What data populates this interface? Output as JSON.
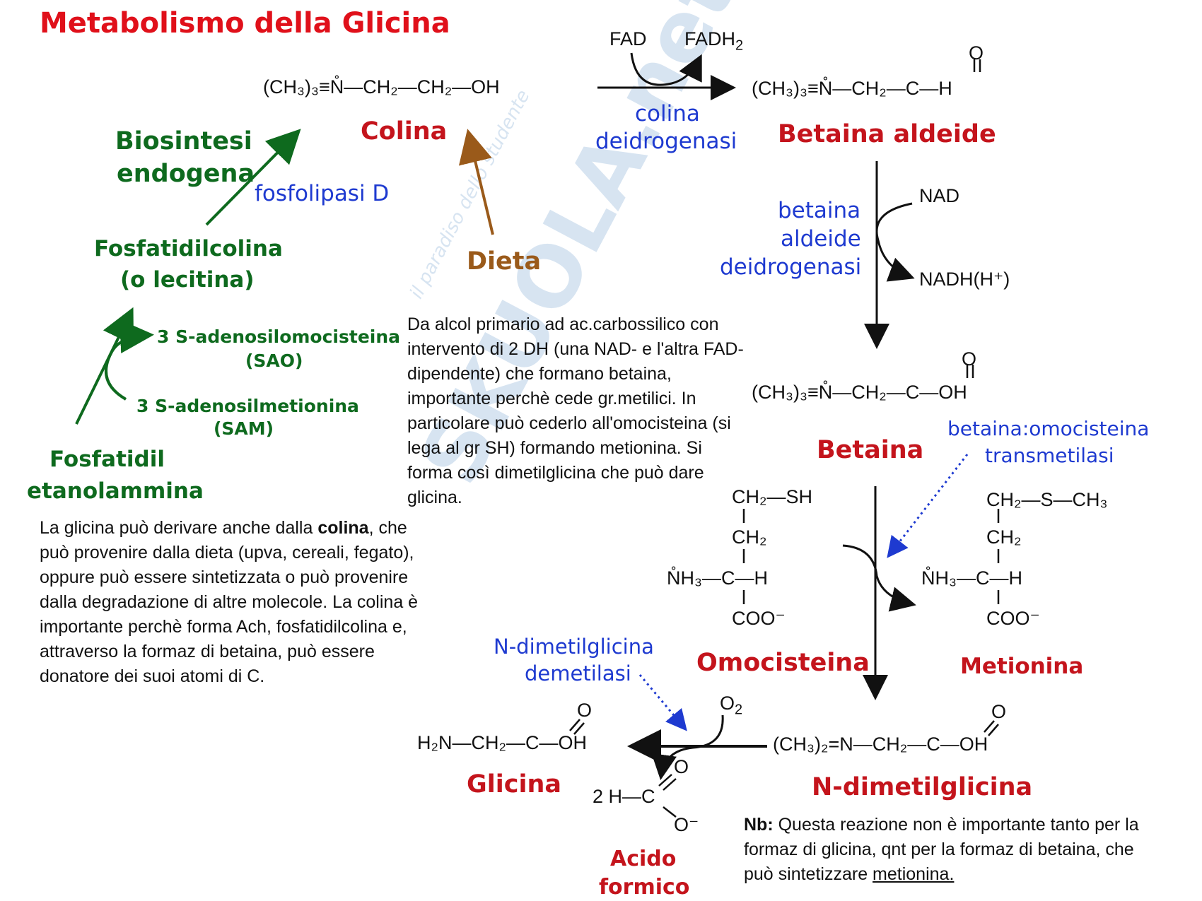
{
  "title": "Metabolismo della Glicina",
  "watermark": {
    "logo": "SKUOLA.net",
    "tagline": "il paradiso dello studente"
  },
  "colors": {
    "title": "#e0101a",
    "compound": "#c4141c",
    "green": "#0e6a1e",
    "enzyme": "#1e3ad0",
    "diet": "#9a5a1a"
  },
  "compounds": {
    "colina": "Colina",
    "betaina_aldeide": "Betaina aldeide",
    "betaina": "Betaina",
    "omocisteina": "Omocisteina",
    "metionina": "Metionina",
    "glicina": "Glicina",
    "n_dimetilglicina": "N-dimetilglicina",
    "acido_formico_1": "Acido",
    "acido_formico_2": "formico"
  },
  "enzymes": {
    "colina_deidrogenasi_1": "colina",
    "colina_deidrogenasi_2": "deidrogenasi",
    "betaina_aldeide_dh_1": "betaina",
    "betaina_aldeide_dh_2": "aldeide",
    "betaina_aldeide_dh_3": "deidrogenasi",
    "transmetilasi_1": "betaina:omocisteina",
    "transmetilasi_2": "transmetilasi",
    "fosfolipasi": "fosfolipasi D",
    "demetilasi_1": "N-dimetilglicina",
    "demetilasi_2": "demetilasi"
  },
  "sources": {
    "biosintesi_1": "Biosintesi",
    "biosintesi_2": "endogena",
    "fosfatidilcolina_1": "Fosfatidilcolina",
    "fosfatidilcolina_2": "(o lecitina)",
    "sao_1": "3 S-adenosilomocisteina",
    "sao_2": "(SAO)",
    "sam_1": "3 S-adenosilmetionina",
    "sam_2": "(SAM)",
    "fosfatidil_1": "Fosfatidil",
    "fosfatidil_2": "etanolammina",
    "dieta": "Dieta"
  },
  "cofactors": {
    "fad": "FAD",
    "fadh2": "FADH",
    "fadh2_sub": "2",
    "nad": "NAD",
    "nadh": "NADH(H⁺)",
    "o2": "O",
    "o2_sub": "2"
  },
  "formulas": {
    "colina": "(CH₃)₃≡N̊—CH₂—CH₂—OH",
    "betaina_aldeide": "(CH₃)₃≡N̊—CH₂—C—H",
    "betaina": "(CH₃)₃≡N̊—CH₂—C—OH",
    "glicina": "H₂N—CH₂—C—OH",
    "n_dimetilglicina": "(CH₃)₂=N—CH₂—C—OH",
    "formic": "2 H—C",
    "o": "O",
    "o_minus": "O⁻",
    "omo_top": "CH₂—SH",
    "ch2": "CH₂",
    "nh3": "N̊H₃—C—H",
    "coo": "COO⁻",
    "met_top": "CH₂—S—CH₃"
  },
  "notes": {
    "middle": "Da alcol primario ad ac.carbossilico con intervento di 2 DH (una NAD- e l'altra FAD- dipendente) che formano betaina, importante perchè cede gr.metilici. In particolare può cederlo all'omocisteina (si lega al gr SH) formando metionina. Si forma così dimetilglicina che può dare glicina.",
    "left_1": "La glicina può derivare anche dalla ",
    "left_bold": "colina",
    "left_2": ", che può provenire dalla dieta (upva, cereali, fegato), oppure può essere sintetizzata o può provenire dalla degradazione di altre molecole. La colina è importante perchè forma Ach, fosfatidilcolina e, attraverso la formaz di betaina, può essere donatore dei suoi atomi di C.",
    "nb_label": "Nb:",
    "nb_text": " Questa reazione non è importante tanto per la formaz di glicina, qnt per la formaz di betaina, che può sintetizzare ",
    "nb_underlined": "metionina."
  }
}
